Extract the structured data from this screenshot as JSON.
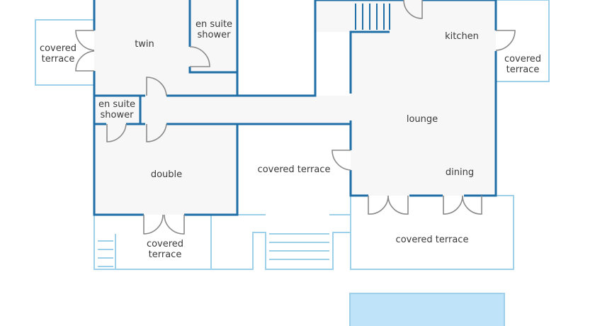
{
  "plan": {
    "colors": {
      "wall": "#1f6ea6",
      "outdoor": "#9fd0ea",
      "pool": "#bfe3f8",
      "room": "#f7f7f7"
    },
    "rooms": {
      "twin": "twin",
      "ensuite_top": [
        "en suite",
        "shower"
      ],
      "terrace_left": [
        "covered",
        "terrace"
      ],
      "ensuite_left": [
        "en suite",
        "shower"
      ],
      "double": "double",
      "terrace_center": "covered terrace",
      "kitchen": "kitchen",
      "terrace_right": [
        "covered",
        "terrace"
      ],
      "lounge": "lounge",
      "dining": "dining",
      "terrace_bottom_left": [
        "covered",
        "terrace"
      ],
      "terrace_bottom_right": "covered terrace"
    }
  }
}
